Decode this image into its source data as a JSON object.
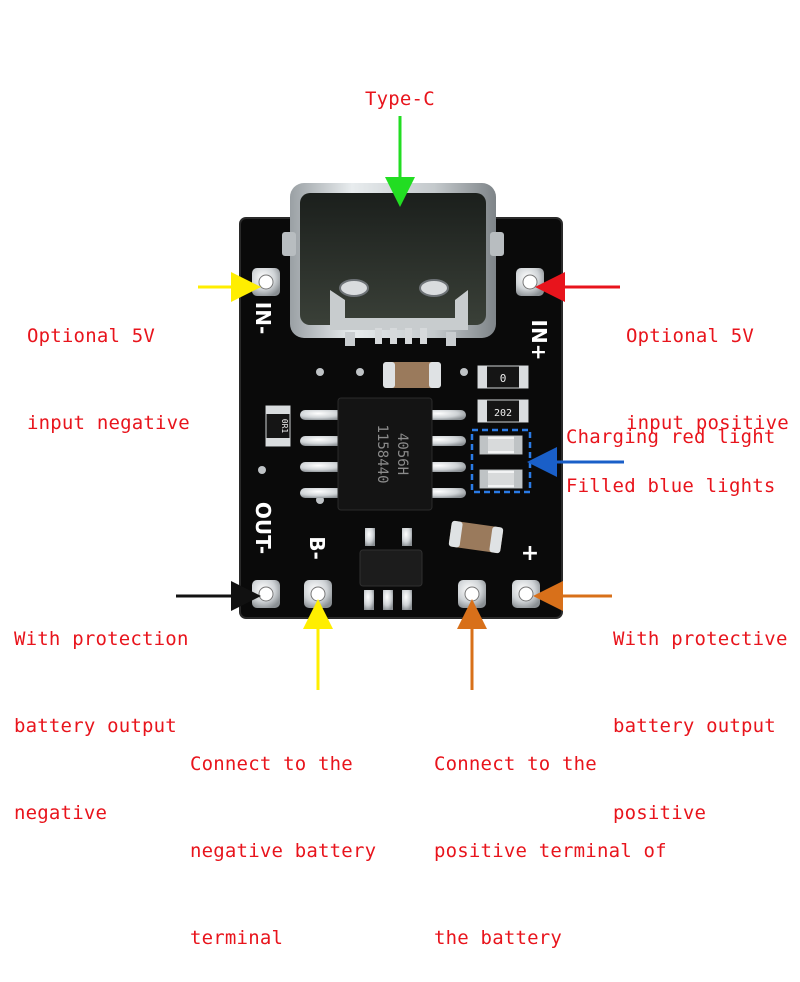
{
  "labels": {
    "type_c": "Type-C",
    "in_neg": [
      "Optional 5V",
      "input negative"
    ],
    "in_pos": [
      "Optional 5V",
      "input positive"
    ],
    "charging": "Charging red light",
    "filled": "Filled blue lights",
    "out_neg": [
      "With protection",
      "battery output",
      "negative"
    ],
    "out_pos": [
      "With protective",
      "battery output",
      "positive"
    ],
    "bat_neg": [
      "Connect to the",
      "negative battery",
      "terminal"
    ],
    "bat_pos": [
      "Connect to the",
      "positive terminal of",
      "the battery"
    ]
  },
  "board": {
    "silk_in_neg": "IN-",
    "silk_in_pos": "IN+",
    "silk_out_neg": "OUT-",
    "silk_b_neg": "B-",
    "silk_plus": "+",
    "chip_line1": "4056H",
    "chip_line2": "1158440",
    "res_top": "0",
    "res_202": "202",
    "res_left": "0R1"
  },
  "colors": {
    "label_text": "#e8141c",
    "arrow_type_c": "#22dd22",
    "arrow_in_neg": "#ffee00",
    "arrow_in_pos": "#e8141c",
    "arrow_led": "#1a5fc8",
    "arrow_out_neg": "#111111",
    "arrow_b_neg": "#ffee00",
    "arrow_b_pos": "#d8701a",
    "arrow_out_pos": "#d8701a",
    "pcb": "#0a0a0a"
  }
}
